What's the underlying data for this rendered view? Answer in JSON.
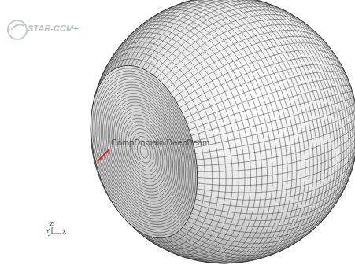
{
  "diagram": {
    "labels": [
      "STAR-CCM+",
      "CompDomain:DeepBeam",
      "Z",
      "Y",
      "X"
    ]
  }
}
